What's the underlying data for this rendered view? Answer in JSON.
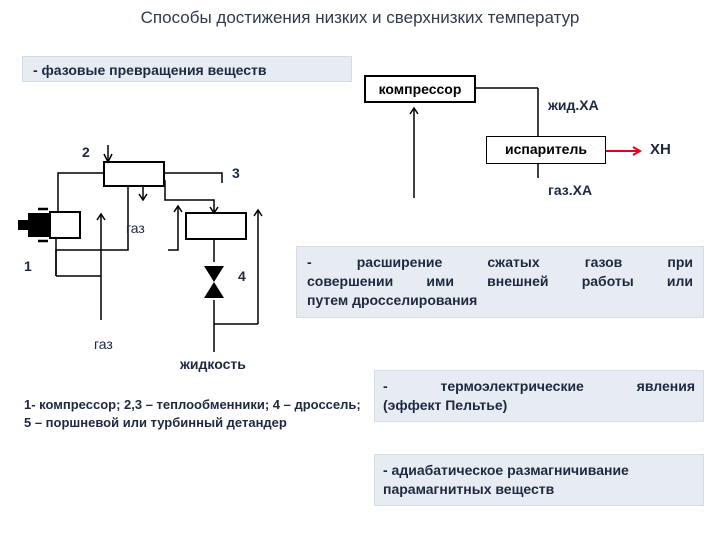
{
  "title": "Способы достижения низких и сверхнизких температур",
  "phase_box": "- фазовые превращения веществ",
  "diagram_left": {
    "label_2": "2",
    "label_3": "3",
    "label_gas_top": "газ",
    "label_1": "1",
    "label_4": "4",
    "label_gas_bottom": "газ",
    "label_liquid": "жидкость"
  },
  "diagram_right": {
    "compressor": "компрессор",
    "liquid_xa": "жид.ХА",
    "evaporator": "испаритель",
    "xn": "ХН",
    "gas_xa": "газ.ХА"
  },
  "expansion": {
    "line1": [
      "-",
      "расширение",
      "сжатых",
      "газов",
      "при"
    ],
    "line2": [
      "совершении",
      "ими",
      "внешней",
      "работы",
      "или"
    ],
    "line3": "путем дросселирования"
  },
  "legend": "1- компрессор; 2,3 – теплообменники; 4 – дроссель; 5 – поршневой или турбинный детандер",
  "thermo": {
    "line1": [
      "-",
      "термоэлектрические",
      "явления"
    ],
    "line2": "(эффект Пельтье)"
  },
  "adiabatic": {
    "line1": "- адиабатическое размагничивание",
    "line2": "парамагнитных веществ"
  },
  "colors": {
    "arrow_red": "#e0001a",
    "box_fill": "#e6ecf1",
    "text": "#1d2940"
  }
}
